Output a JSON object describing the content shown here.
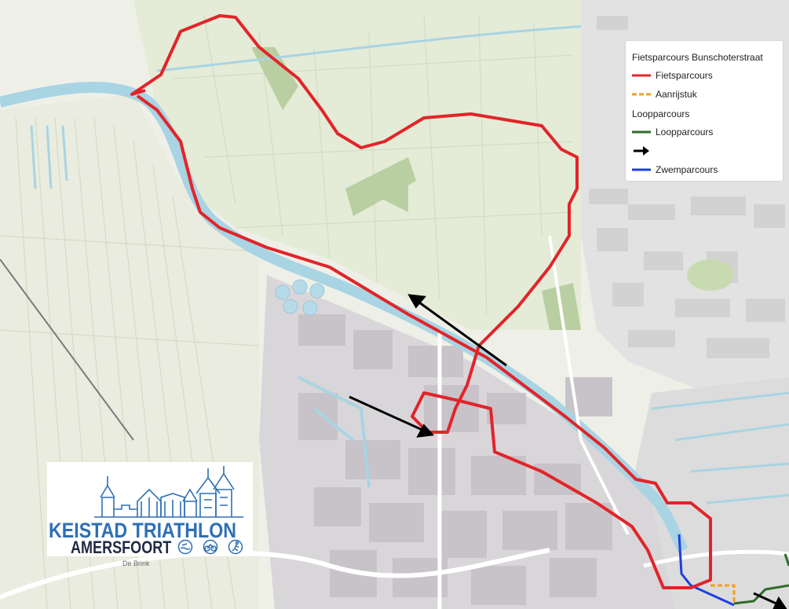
{
  "legend": {
    "title": "Fietsparcours Bunschoterstraat",
    "items": [
      {
        "label": "Fietsparcours",
        "kind": "solid-line",
        "color": "#e2242a"
      },
      {
        "label": "Aanrijstuk",
        "kind": "dashed-line",
        "color": "#f0a020"
      }
    ],
    "run_title": "Loopparcours",
    "run_items": [
      {
        "label": "Loopparcours",
        "kind": "solid-line",
        "color": "#2d6b2a"
      },
      {
        "label": "",
        "kind": "arrow",
        "color": "#000000",
        "icon": "direction-arrow-icon"
      },
      {
        "label": "Zwemparcours",
        "kind": "solid-line",
        "color": "#1f3fe0"
      }
    ]
  },
  "logo": {
    "title": "KEISTAD TRIATHLON",
    "subtitle": "AMERSFOORT",
    "sport_icons": [
      "swim-icon",
      "bike-icon",
      "run-icon"
    ],
    "brand_color": "#2e6fb5",
    "dark_color": "#1f2a44"
  },
  "map": {
    "street_label": "De Brink",
    "colors": {
      "background": "#eef0e8",
      "water": "#a9d4e3",
      "industry": "#d6d3d6",
      "residential": "#dcdcdc",
      "field": "#dfe8cd",
      "forest": "#b9cfa2",
      "route_bike": "#e2242a",
      "route_run": "#2d6b2a",
      "route_swim": "#1f3fe0",
      "route_approach": "#f0a020",
      "arrow": "#000000"
    }
  }
}
